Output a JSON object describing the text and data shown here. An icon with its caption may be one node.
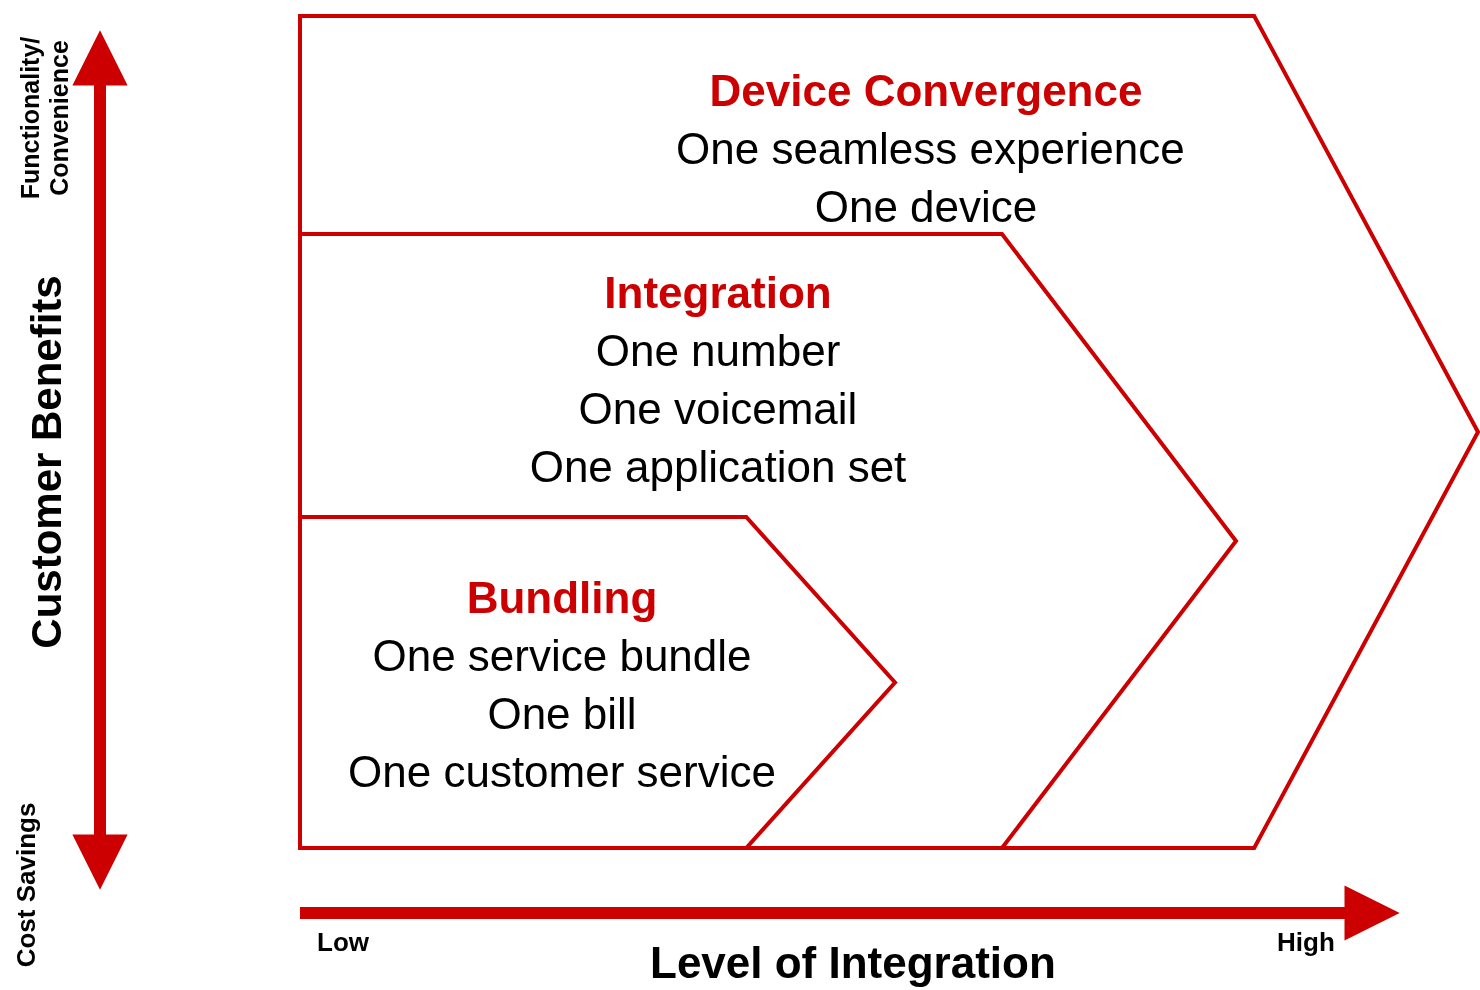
{
  "diagram": {
    "nodes": [
      {
        "text": [
          "Device Convergence",
          "One seamless experience",
          "One device"
        ]
      },
      {
        "text": [
          "Integration",
          "One number",
          "One voicemail",
          "One application set"
        ],
        "in": 0
      },
      {
        "text": [
          "Bundling",
          "One service bundle",
          "One bill",
          "One customer service"
        ],
        "in": 1
      }
    ],
    "edges": [],
    "labels": [
      "Functionality/ Convenience",
      "Customer Benefits",
      "Cost Savings",
      "Low",
      "Level of Integration",
      "High"
    ]
  }
}
